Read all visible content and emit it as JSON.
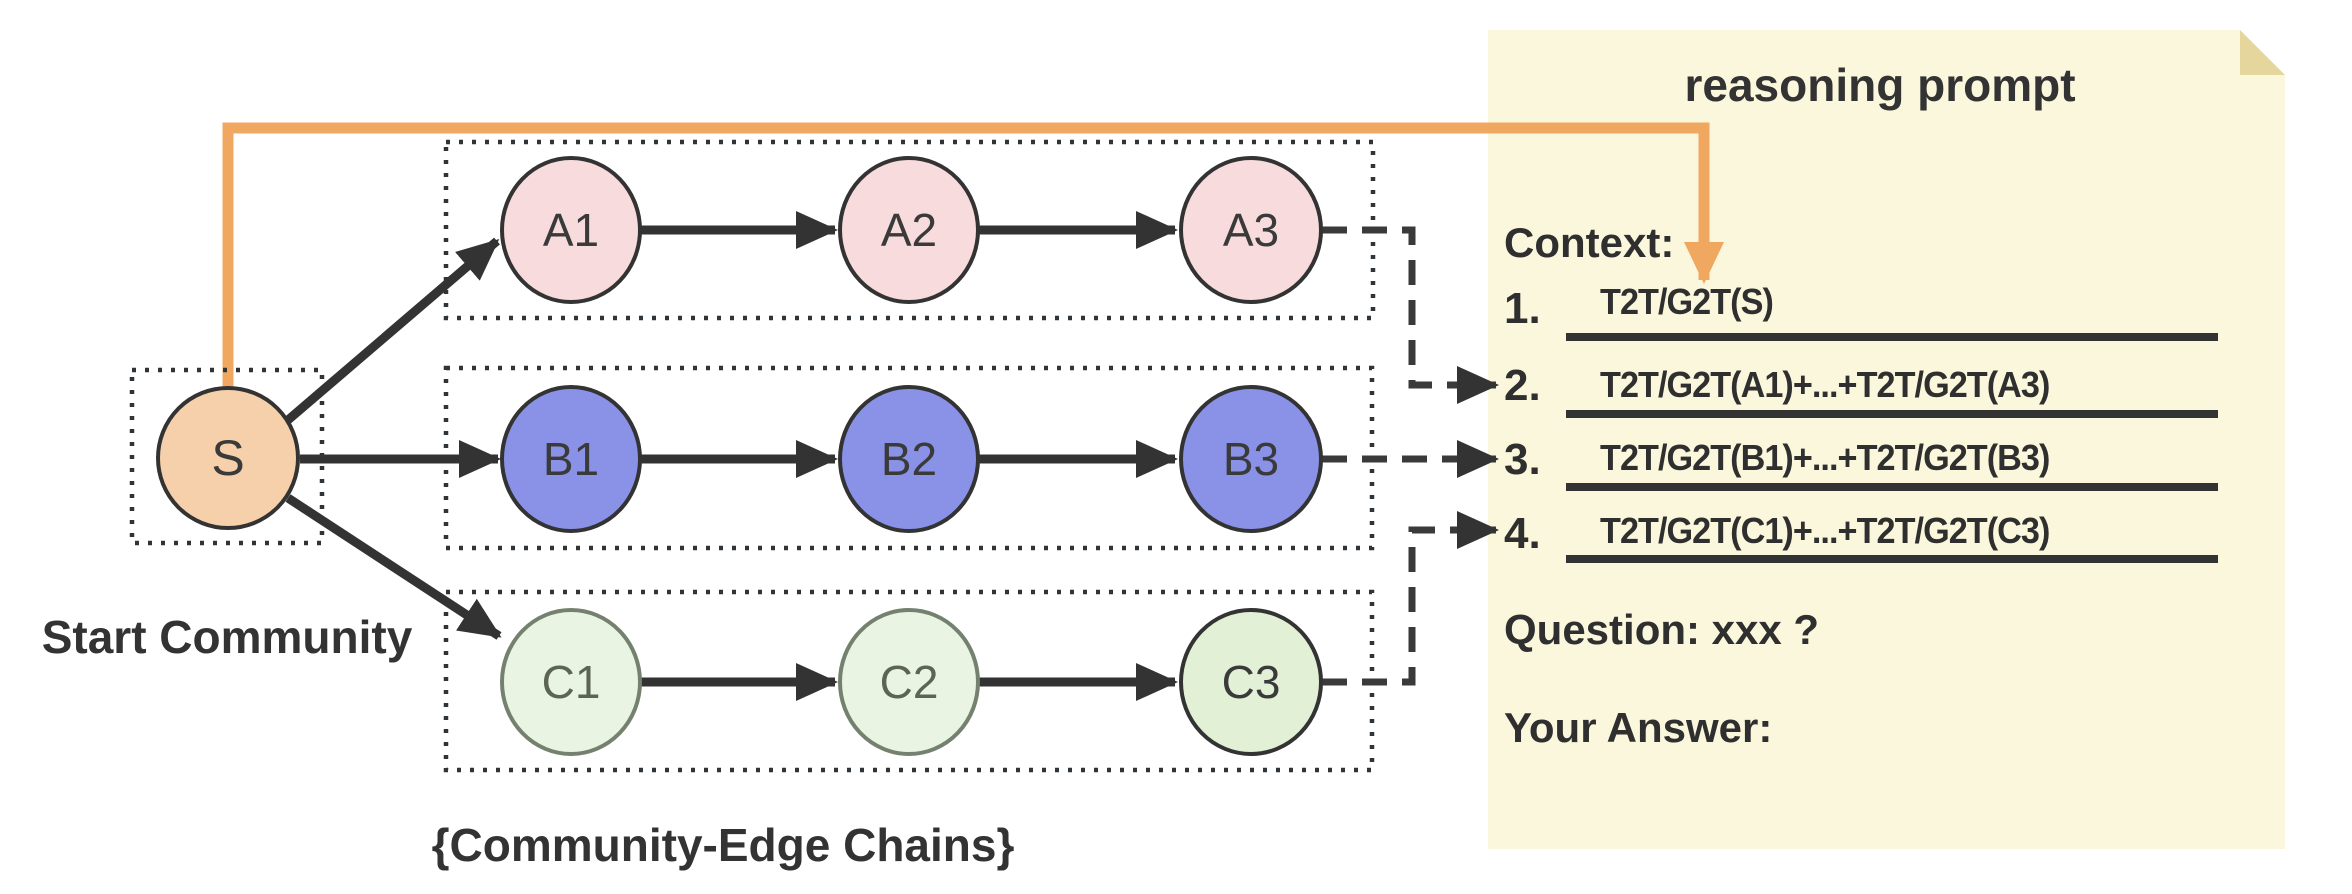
{
  "colors": {
    "accent_orange": "#F0A860",
    "panel_bg": "#FAF7DC",
    "panel_fold": "#E5D69E",
    "line_dark": "#333333",
    "node_s_fill": "#F6D0AA",
    "chain_a_fill": "#F8DBDC",
    "chain_b_fill": "#8A92E8",
    "chain_c_fill": "#EAF4E3",
    "chain_c3_fill": "#E2F1D6"
  },
  "diagram": {
    "start_label": "Start Community",
    "caption": "{Community-Edge Chains}",
    "start_node": "S",
    "chains": [
      {
        "id": "chain-a",
        "nodes": [
          "A1",
          "A2",
          "A3"
        ]
      },
      {
        "id": "chain-b",
        "nodes": [
          "B1",
          "B2",
          "B3"
        ]
      },
      {
        "id": "chain-c",
        "nodes": [
          "C1",
          "C2",
          "C3"
        ]
      }
    ]
  },
  "panel": {
    "title": "reasoning prompt",
    "context_label": "Context:",
    "items": [
      {
        "num": "1.",
        "formula": "T2T/G2T(S)"
      },
      {
        "num": "2.",
        "formula": "T2T/G2T(A1)+...+T2T/G2T(A3)"
      },
      {
        "num": "3.",
        "formula": "T2T/G2T(B1)+...+T2T/G2T(B3)"
      },
      {
        "num": "4.",
        "formula": "T2T/G2T(C1)+...+T2T/G2T(C3)"
      }
    ],
    "question_label": "Question: xxx ?",
    "answer_label": "Your Answer:"
  }
}
